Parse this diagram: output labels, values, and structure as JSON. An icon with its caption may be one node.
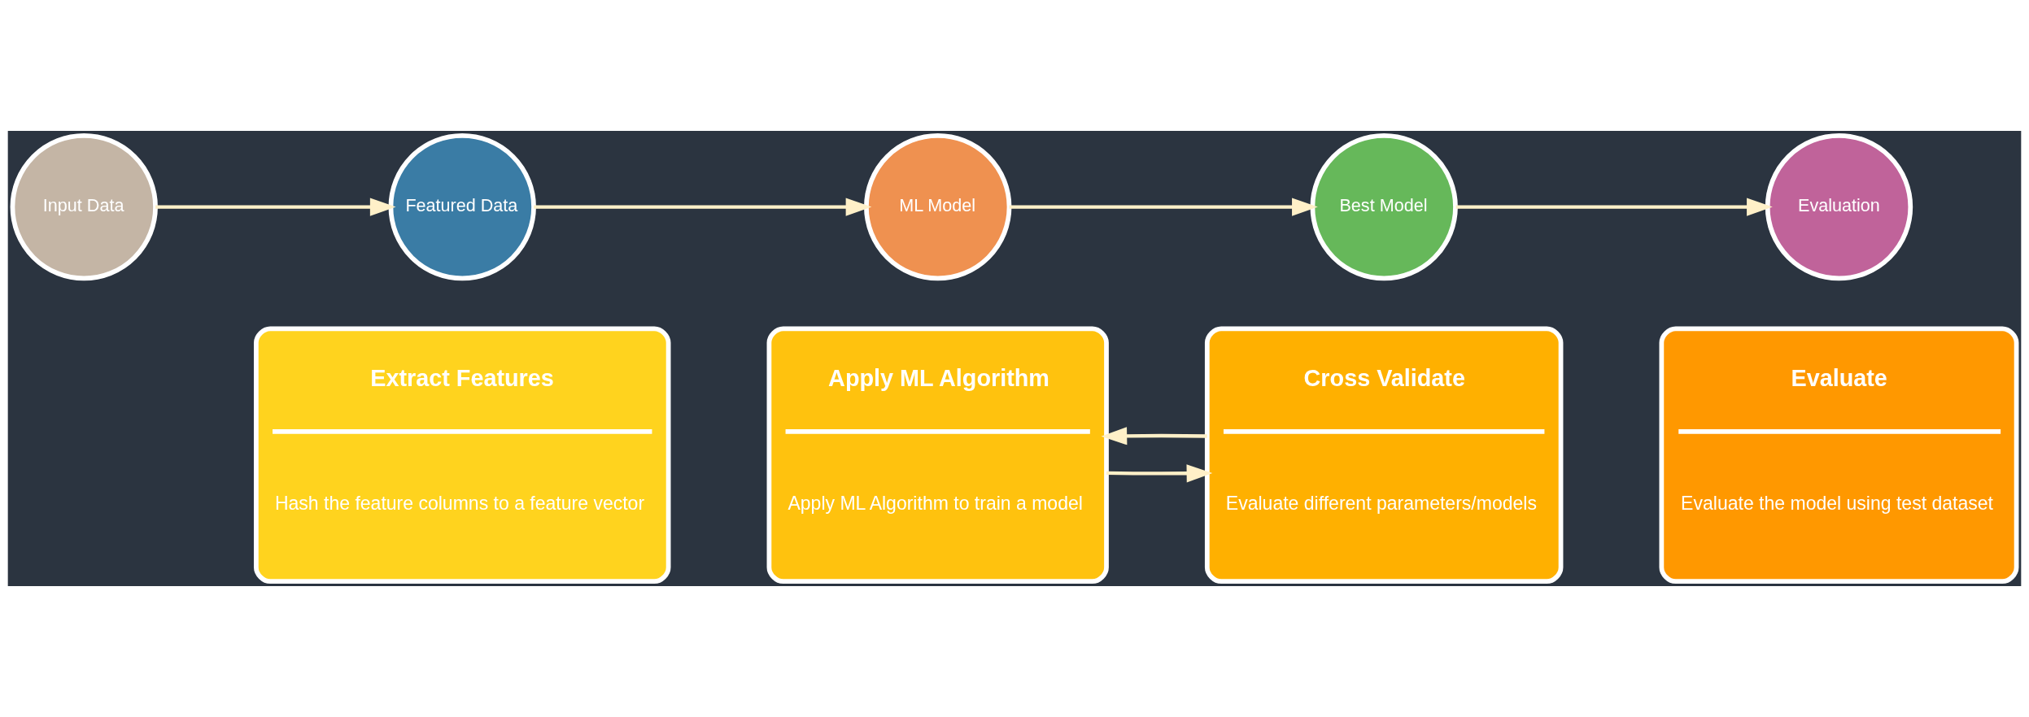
{
  "diagram": {
    "nodes": [
      {
        "text": [
          "Extract Features",
          "Hash the feature columns to a feature vector"
        ]
      },
      {
        "text": [
          "Apply ML Algorithm",
          "Apply ML Algorithm to train a model"
        ]
      },
      {
        "text": [
          "Cross Validate",
          "Evaluate different parameters/models"
        ]
      },
      {
        "text": [
          "Evaluate",
          "Evaluate the model using test dataset"
        ]
      },
      {
        "text": [
          "Input Data"
        ]
      },
      {
        "text": [
          "Featured Data"
        ]
      },
      {
        "text": [
          "ML Model"
        ]
      },
      {
        "text": [
          "Best Model"
        ]
      },
      {
        "text": [
          "Evaluation"
        ]
      }
    ],
    "edges": [
      {
        "from": 4,
        "to": 5,
        "arrow": "to"
      },
      {
        "from": 5,
        "to": 6,
        "arrow": "to"
      },
      {
        "from": 6,
        "to": 7,
        "arrow": "to"
      },
      {
        "from": 7,
        "to": 8,
        "arrow": "to"
      },
      {
        "from": 1,
        "to": 2,
        "arrow": "to"
      },
      {
        "from": 2,
        "to": 1,
        "arrow": "to"
      }
    ]
  }
}
